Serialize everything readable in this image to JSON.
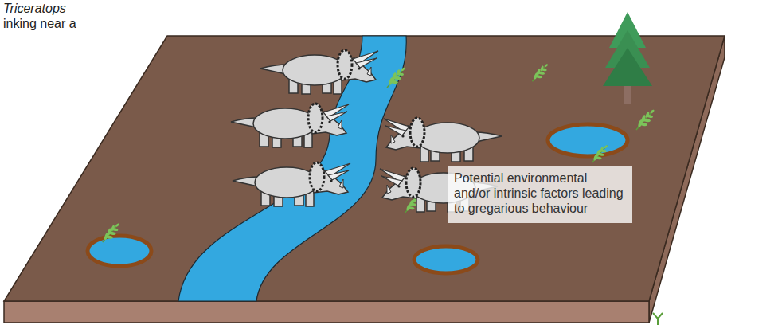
{
  "diagram": {
    "nodes": [
      {
        "text": [
          "Potential environmental and/or intrinsic factors leading to gregarious behaviour"
        ]
      }
    ],
    "labels": [
      "Triceratops",
      "inking near a"
    ]
  }
}
